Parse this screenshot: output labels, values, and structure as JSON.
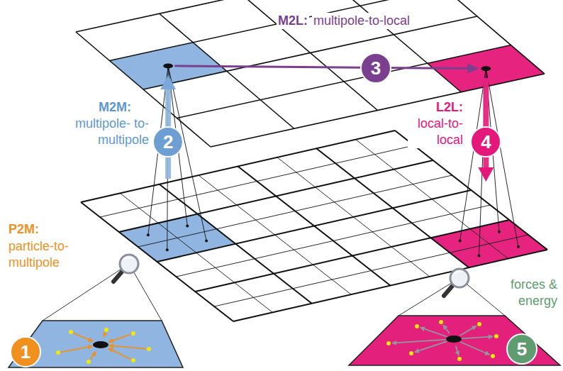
{
  "diagram": {
    "nodes": [
      {
        "text": [
          "3"
        ]
      },
      {
        "text": [
          "2"
        ]
      },
      {
        "text": [
          "4"
        ]
      },
      {
        "text": [
          "1"
        ]
      },
      {
        "text": [
          "5"
        ]
      }
    ],
    "labels": [
      "M2L:",
      "multipole-to-local",
      "M2M:",
      "multipole- to-multipole",
      "L2L:",
      "local-to- local",
      "P2M:",
      "particle-to- multipole",
      "forces & energy"
    ]
  }
}
